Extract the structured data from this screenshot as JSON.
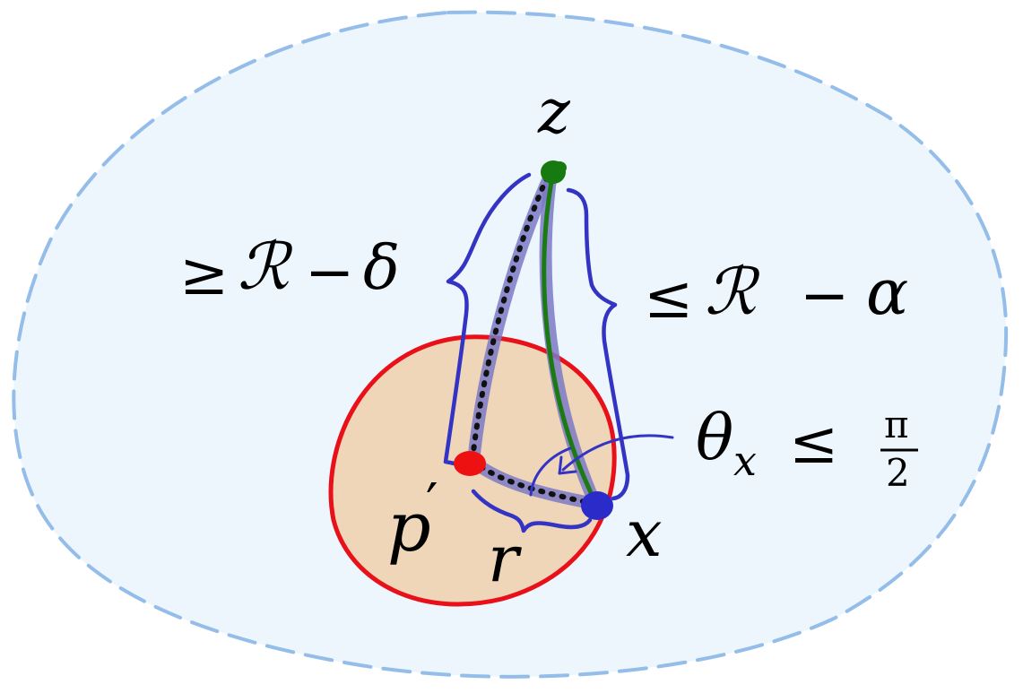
{
  "labels": {
    "z": "z",
    "p_prime": "p",
    "prime_mark": "′",
    "x": "x",
    "r": "r",
    "lower_bound_geq": "≥",
    "lower_bound_R": "ℛ",
    "lower_bound_minus": "−",
    "lower_bound_delta": "δ",
    "upper_bound_leq": "≤",
    "upper_bound_R": "ℛ",
    "upper_bound_minus": "−",
    "upper_bound_alpha": "α",
    "angle_theta": "θ",
    "angle_sub": "x",
    "angle_leq": "≤",
    "angle_num": "π",
    "angle_den": "2"
  },
  "colors": {
    "outer_region_fill": "#eef6fd",
    "outer_region_stroke": "#94bdea",
    "ball_fill": "#f0d6b8",
    "ball_stroke": "#e8111a",
    "brace": "#3434c4",
    "geodesic_band": "#7b79c6",
    "green_path": "#1c7a12",
    "dotted_path": "#111111",
    "point_z": "#167a10",
    "point_p_prime": "#ee1111",
    "point_x": "#2b2bc9"
  }
}
